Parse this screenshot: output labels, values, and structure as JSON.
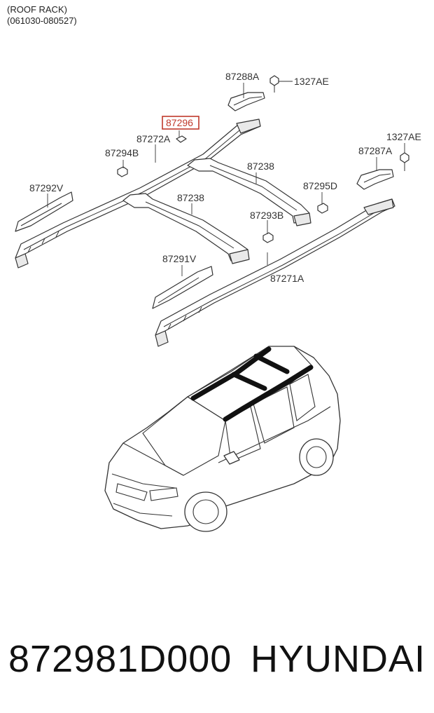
{
  "header": {
    "title": "(ROOF RACK)",
    "range": "(061030-080527)"
  },
  "callouts": {
    "c87288A": "87288A",
    "c1327AE_top": "1327AE",
    "c87296": "87296",
    "c87272A": "87272A",
    "c1327AE_right": "1327AE",
    "c87287A": "87287A",
    "c87294B": "87294B",
    "c87238_upper": "87238",
    "c87292V": "87292V",
    "c87295D": "87295D",
    "c87238_lower": "87238",
    "c87293B": "87293B",
    "c87291V": "87291V",
    "c87271A": "87271A"
  },
  "highlight_color": "#c0392b",
  "footer": {
    "part_number": "872981D000",
    "brand": "HYUNDAI"
  }
}
